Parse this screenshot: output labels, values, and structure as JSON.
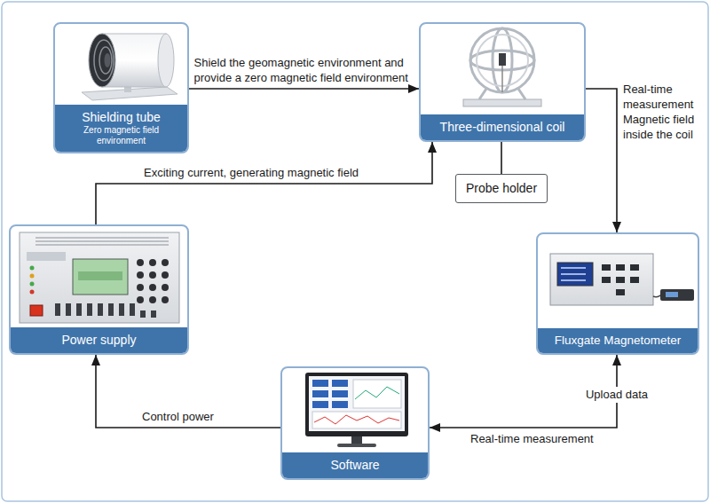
{
  "diagram": {
    "nodes": [
      {
        "text": [
          "Shielding tube",
          "Zero magnetic field environment"
        ]
      },
      {
        "text": [
          "Three-dimensional coil"
        ]
      },
      {
        "text": [
          "Probe holder"
        ]
      },
      {
        "text": [
          "Fluxgate Magnetometer"
        ]
      },
      {
        "text": [
          "Software"
        ]
      },
      {
        "text": [
          "Power supply"
        ]
      }
    ],
    "edges": [
      {
        "from": 0,
        "to": 1,
        "arrow": "to",
        "label": "Shield the geomagnetic environment and provide a zero magnetic field environment"
      },
      {
        "from": 1,
        "to": 2,
        "arrow": "none"
      },
      {
        "from": 1,
        "to": 3,
        "arrow": "to",
        "label": "Real-time measurement Magnetic field inside the coil"
      },
      {
        "from": 3,
        "to": 4,
        "arrow": "both",
        "label": "Upload data"
      },
      {
        "from": 4,
        "to": 5,
        "arrow": "to",
        "label": "Control power"
      },
      {
        "from": 5,
        "to": 1,
        "arrow": "to",
        "label": "Exciting current, generating magnetic field"
      }
    ],
    "labels": [
      "Real-time measurement"
    ]
  }
}
